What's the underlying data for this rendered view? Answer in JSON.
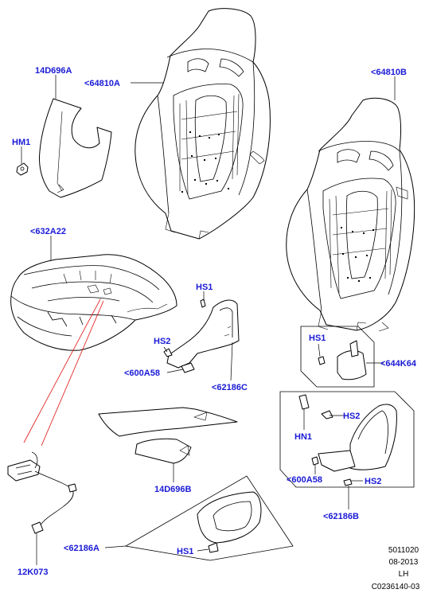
{
  "labels": {
    "pad_upper": "14D696A",
    "backrest_left": "<64810A",
    "backrest_right": "<64810B",
    "hm1": "HM1",
    "cushion": "<632A22",
    "hs1_bracket": "HS1",
    "hs2_bracket": "HS2",
    "screw_600a58_left": "<600A58",
    "bracket_62186c": "<62186C",
    "hs1_box": "HS1",
    "clip_644k64": "<644K64",
    "hs2_box": "HS2",
    "hn1": "HN1",
    "screw_600a58_box": "<600A58",
    "hs2_box_lower": "HS2",
    "cover_62186b": "<62186B",
    "pad_lower": "14D696B",
    "cover_62186a": "<62186A",
    "hs1_lower": "HS1",
    "harness_12k073": "12K073"
  },
  "reference": {
    "number": "5011020",
    "date": "08-2013",
    "side": "LH",
    "code": "C0236140-03"
  },
  "colors": {
    "label": "#1a1ad6",
    "callout_line": "#e01010",
    "outline": "#000000"
  }
}
